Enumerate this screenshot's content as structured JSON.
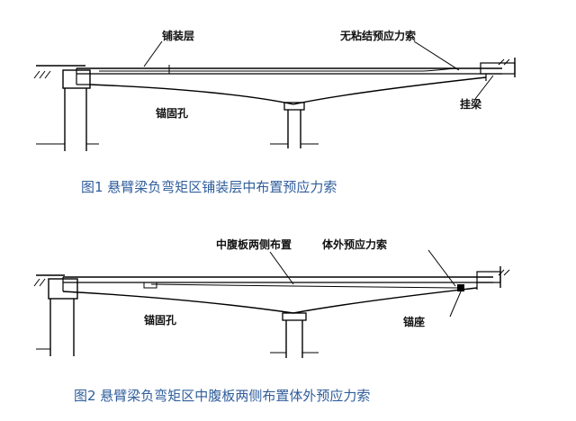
{
  "figure1": {
    "labels": {
      "pavement": "铺装层",
      "unbonded_tendon": "无粘结预应力索",
      "anchor_hole": "锚固孔",
      "suspended_beam": "挂梁"
    },
    "caption": "图1 悬臂梁负弯矩区铺装层中布置预应力索"
  },
  "figure2": {
    "labels": {
      "web_sides": "中腹板两侧布置",
      "external_tendon": "体外预应力索",
      "anchor_hole": "锚固孔",
      "anchor_block": "锚座"
    },
    "caption": "图2 悬臂梁负弯矩区中腹板两侧布置体外预应力索"
  },
  "colors": {
    "caption": "#2f5d9b",
    "line": "#000000"
  }
}
